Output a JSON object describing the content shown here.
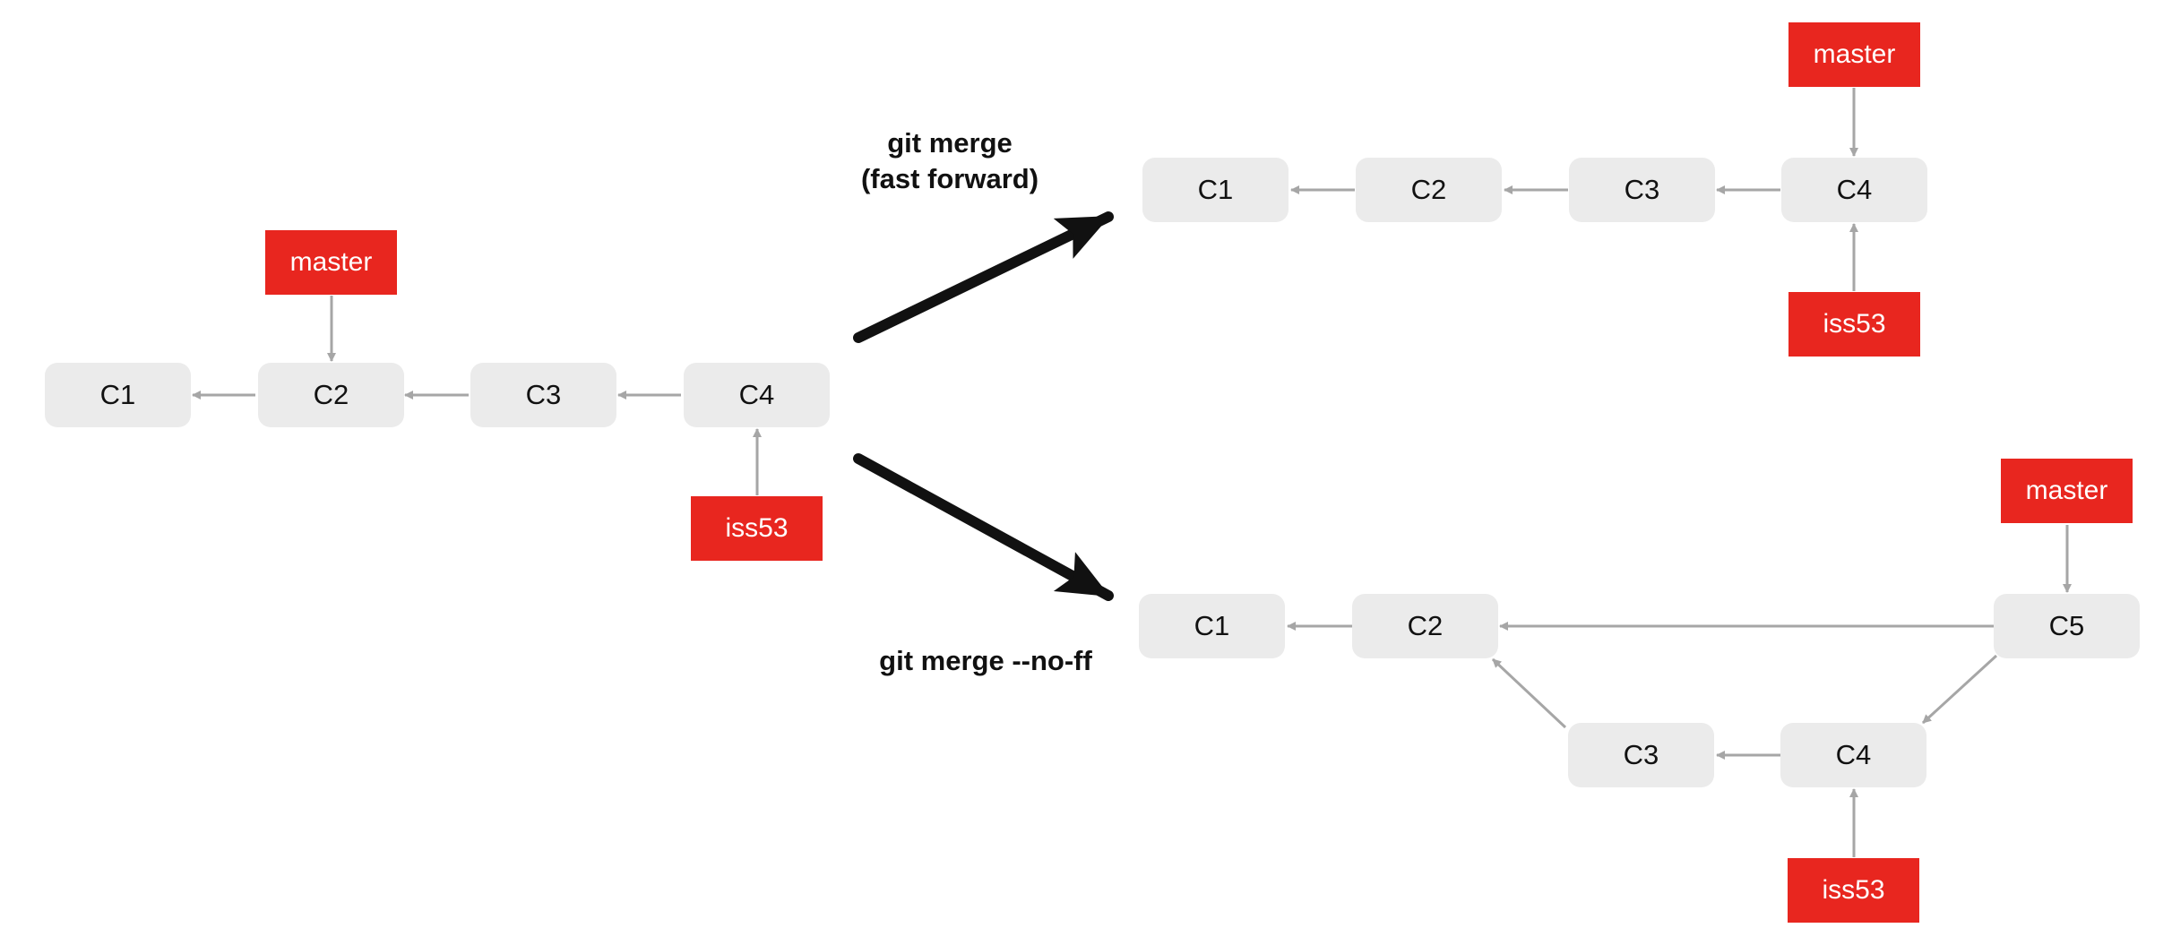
{
  "colors": {
    "commit_fill": "#ebebeb",
    "branch_fill": "#e8261f",
    "edge": "#a6a6a6",
    "transition_arrow": "#111111"
  },
  "before": {
    "commits": [
      "C1",
      "C2",
      "C3",
      "C4"
    ],
    "branches": {
      "master": "master",
      "iss53": "iss53"
    }
  },
  "fast_forward": {
    "caption_line1": "git merge",
    "caption_line2": "(fast forward)",
    "commits": [
      "C1",
      "C2",
      "C3",
      "C4"
    ],
    "branches": {
      "master": "master",
      "iss53": "iss53"
    }
  },
  "no_ff": {
    "caption": "git merge --no-ff",
    "commits": [
      "C1",
      "C2",
      "C3",
      "C4",
      "C5"
    ],
    "branches": {
      "master": "master",
      "iss53": "iss53"
    }
  }
}
